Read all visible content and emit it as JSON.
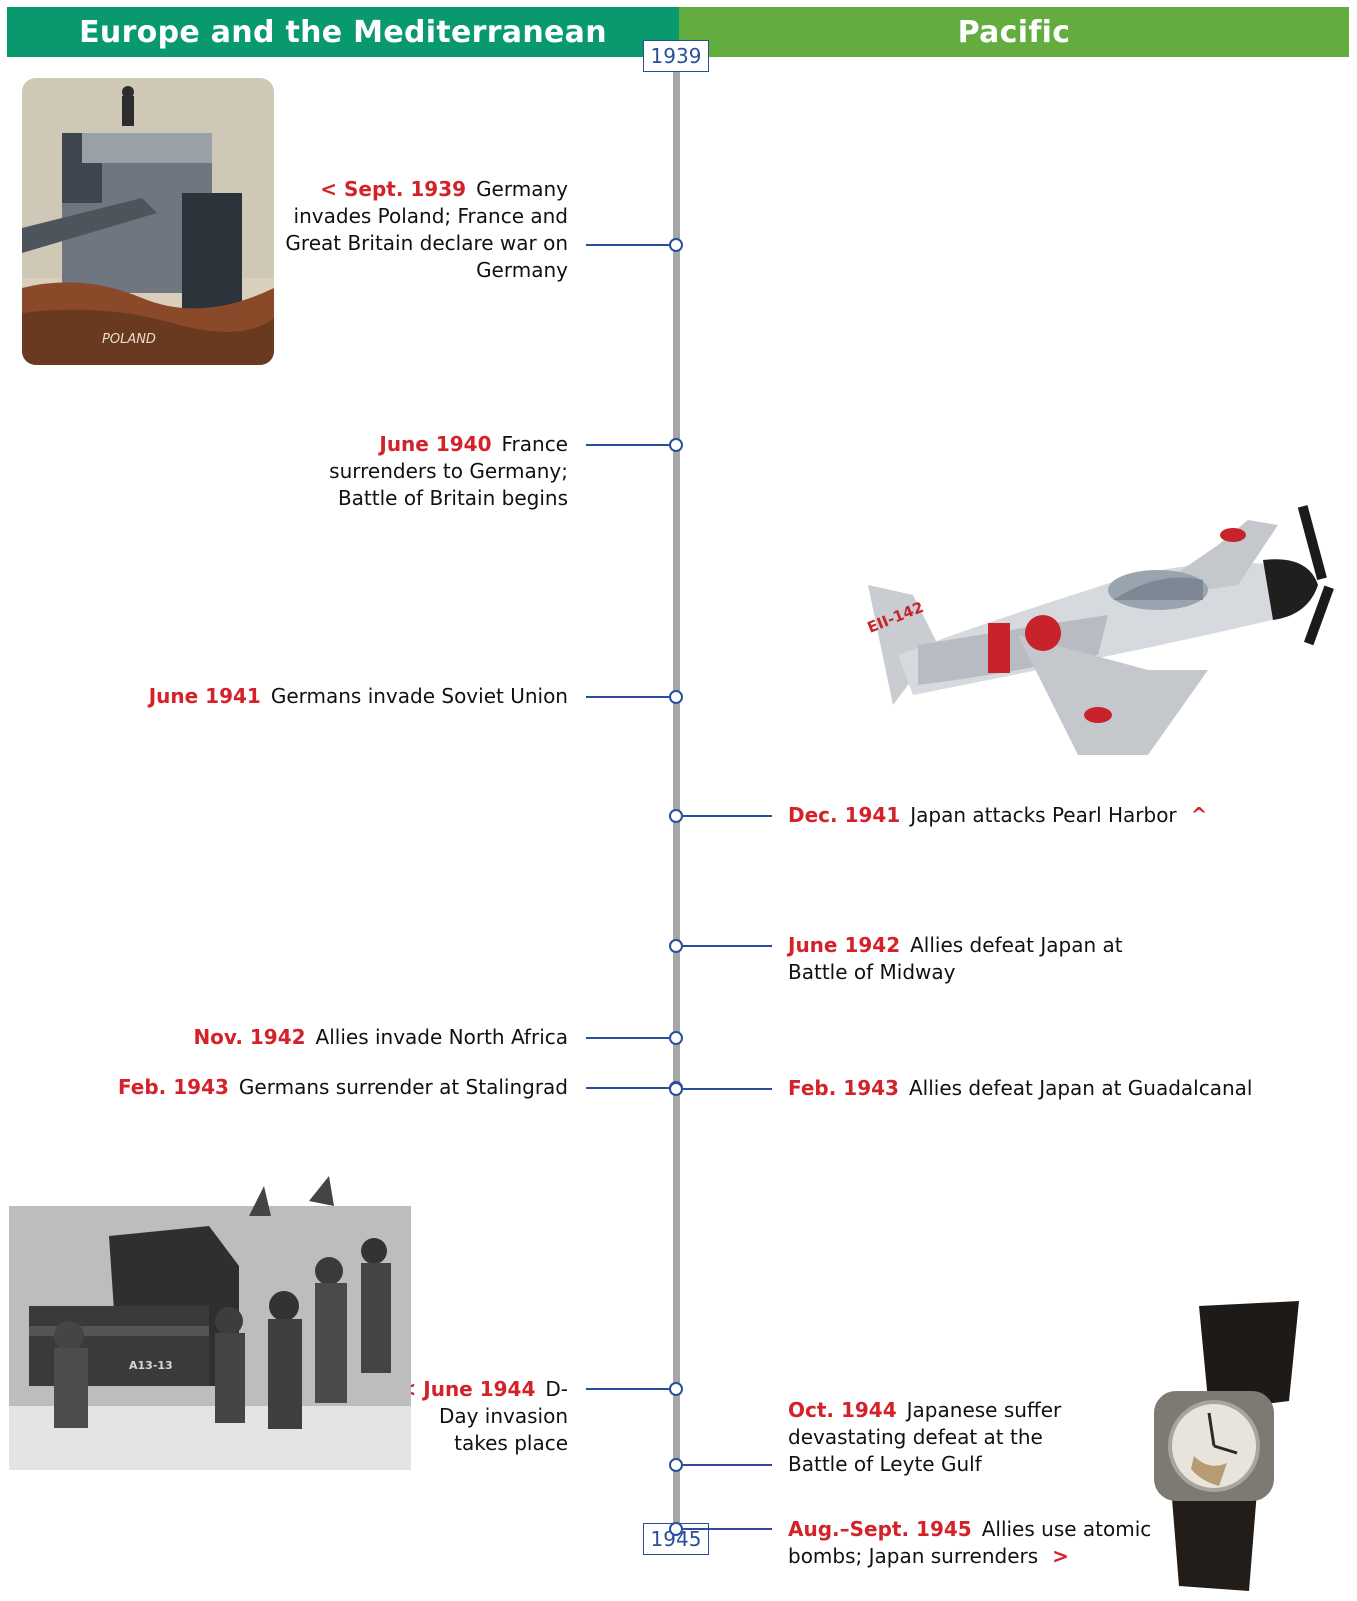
{
  "headers": {
    "left": "Europe and the Mediterranean",
    "right": "Pacific"
  },
  "axis": {
    "start_year": "1939",
    "end_year": "1945"
  },
  "colors": {
    "left_header": "#08996f",
    "right_header": "#62ad3e",
    "accent": "#d3222a",
    "line": "#2a4f9a"
  },
  "events": [
    {
      "date": "Sept. 1939",
      "text": "Germany invades Poland; France and Great Britain declare war on Germany",
      "side": "Europe and the Mediterranean",
      "marker": "left-arrow"
    },
    {
      "date": "June 1940",
      "text": "France surrenders to Germany; Battle of Britain begins",
      "side": "Europe and the Mediterranean"
    },
    {
      "date": "June 1941",
      "text": "Germans invade Soviet Union",
      "side": "Europe and the Mediterranean"
    },
    {
      "date": "Dec. 1941",
      "text": "Japan attacks Pearl Harbor",
      "side": "Pacific",
      "marker": "up-arrow"
    },
    {
      "date": "June 1942",
      "text": "Allies defeat Japan at Battle of Midway",
      "side": "Pacific"
    },
    {
      "date": "Nov. 1942",
      "text": "Allies invade North Africa",
      "side": "Europe and the Mediterranean"
    },
    {
      "date": "Feb. 1943",
      "text": "Germans surrender at Stalingrad",
      "side": "Europe and the Mediterranean"
    },
    {
      "date": "Feb. 1943",
      "text": "Allies defeat Japan at Guadalcanal",
      "side": "Pacific"
    },
    {
      "date": "June 1944",
      "text": "D-Day invasion takes place",
      "side": "Europe and the Mediterranean",
      "marker": "left-arrow"
    },
    {
      "date": "Oct. 1944",
      "text": "Japanese suffer devastating defeat at the Battle of Leyte Gulf",
      "side": "Pacific"
    },
    {
      "date": "Aug.–Sept. 1945",
      "text": "Allies use atomic bombs; Japan surrenders",
      "side": "Pacific",
      "marker": "right-arrow"
    }
  ],
  "images": {
    "poland": {
      "name": "poland-cartoon-icon",
      "label": "POLAND"
    },
    "plane": {
      "name": "japanese-fighter-plane-icon",
      "label": "EII-142"
    },
    "dday": {
      "name": "d-day-soldiers-photo-icon",
      "label": "A13-13"
    },
    "watch": {
      "name": "stopped-wristwatch-icon"
    }
  }
}
